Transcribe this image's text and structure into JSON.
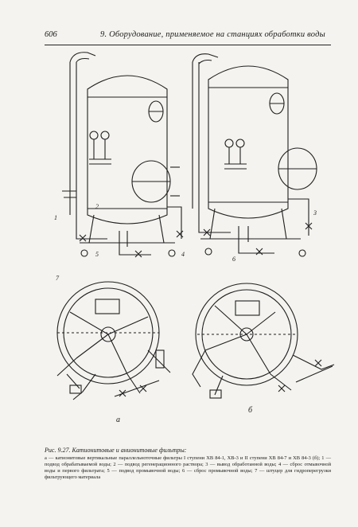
{
  "header": {
    "page_number": "606",
    "running_title": "9. Оборудование, применяемое на станциях обработки воды"
  },
  "figure": {
    "panel_labels": [
      "а",
      "б"
    ],
    "callout_numbers": [
      "1",
      "2",
      "3",
      "4",
      "5",
      "6",
      "7"
    ]
  },
  "caption": {
    "title": "Рис. 9.27. Катионитовые и анионитовые фильтры:",
    "body": "а — катионитовые вертикальные параллельноточные фильтры I ступени ХВ 84-1, ХВ-3 и II ступени ХВ 84-7 и ХВ 84-3 (б); 1 — подвод обрабатываемой воды; 2 — подвод регенерационного раствора; 3 — вывод обработанной воды; 4 — сброс отмывочной воды и первого фильтрата; 5 — подвод промывочной воды; 6 — сброс промывочной воды; 7 — штуцер для гидроперегрузки фильтрующего материала"
  }
}
